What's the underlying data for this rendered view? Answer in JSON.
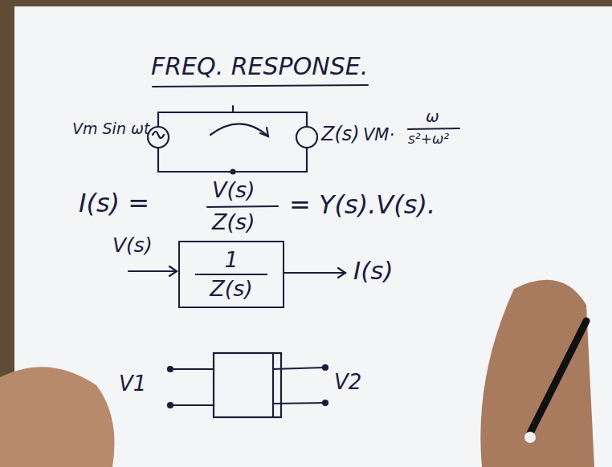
{
  "diagram": {
    "title": "FREQ. RESPONSE.",
    "nodes": [
      {
        "text": [
          "1",
          "Z(s)"
        ]
      }
    ],
    "labels": [
      "Vm Sin ωt",
      "Z(s)",
      "VM·",
      "ω",
      "s²+ω²",
      "I(s) =",
      "V(s)",
      "Z(s)",
      "= Y(s).V(s).",
      "V(s)",
      "I(s)",
      "V1",
      "V2"
    ]
  }
}
